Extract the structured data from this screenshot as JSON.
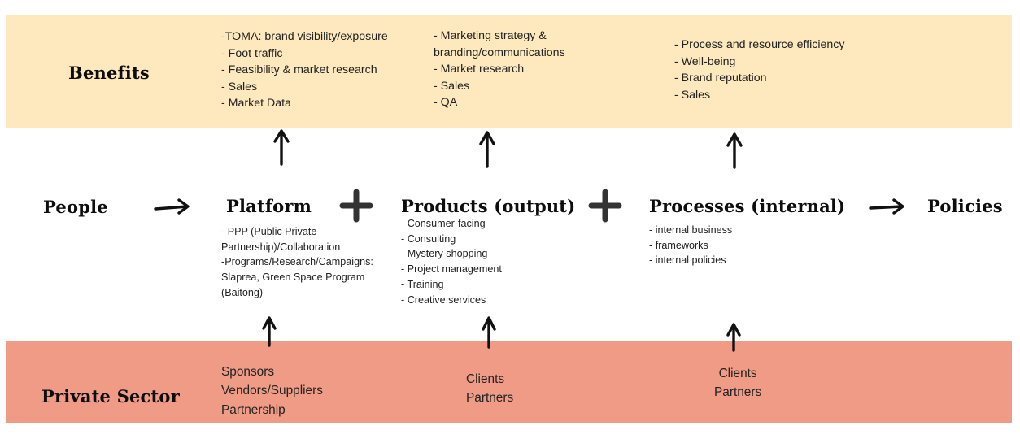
{
  "bands": {
    "top": {
      "label": "Benefits",
      "color": "#fde9bd"
    },
    "bottom": {
      "label": "Private Sector",
      "color": "#f09b86"
    }
  },
  "flow": {
    "start": "People",
    "end": "Policies",
    "stages": [
      {
        "title": "Platform",
        "items": [
          "- PPP (Public Private",
          "Partnership)/Collaboration",
          "-Programs/Research/Campaigns:",
          "Slaprea, Green Space Program",
          "(Baitong)"
        ],
        "benefits": [
          "-TOMA: brand visibility/exposure",
          "- Foot traffic",
          "- Feasibility & market research",
          "- Sales",
          "- Market Data"
        ],
        "private_sector": [
          "Sponsors",
          "Vendors/Suppliers",
          "Partnership"
        ]
      },
      {
        "title": "Products (output)",
        "items": [
          "- Consumer-facing",
          "- Consulting",
          "- Mystery shopping",
          "- Project management",
          "- Training",
          "- Creative services"
        ],
        "benefits": [
          "- Marketing strategy &",
          "branding/communications",
          "- Market research",
          "- Sales",
          "- QA"
        ],
        "private_sector": [
          "Clients",
          "Partners"
        ]
      },
      {
        "title": "Processes (internal)",
        "items": [
          "- internal business",
          "- frameworks",
          "- internal policies"
        ],
        "benefits": [
          "- Process and resource efficiency",
          "- Well-being",
          "- Brand reputation",
          "- Sales"
        ],
        "private_sector": [
          "Clients",
          "Partners"
        ]
      }
    ],
    "plus_icons": [
      "plus-icon",
      "plus-icon"
    ],
    "arrow_icons": [
      "arrow-right-icon",
      "arrow-up-icon"
    ]
  }
}
